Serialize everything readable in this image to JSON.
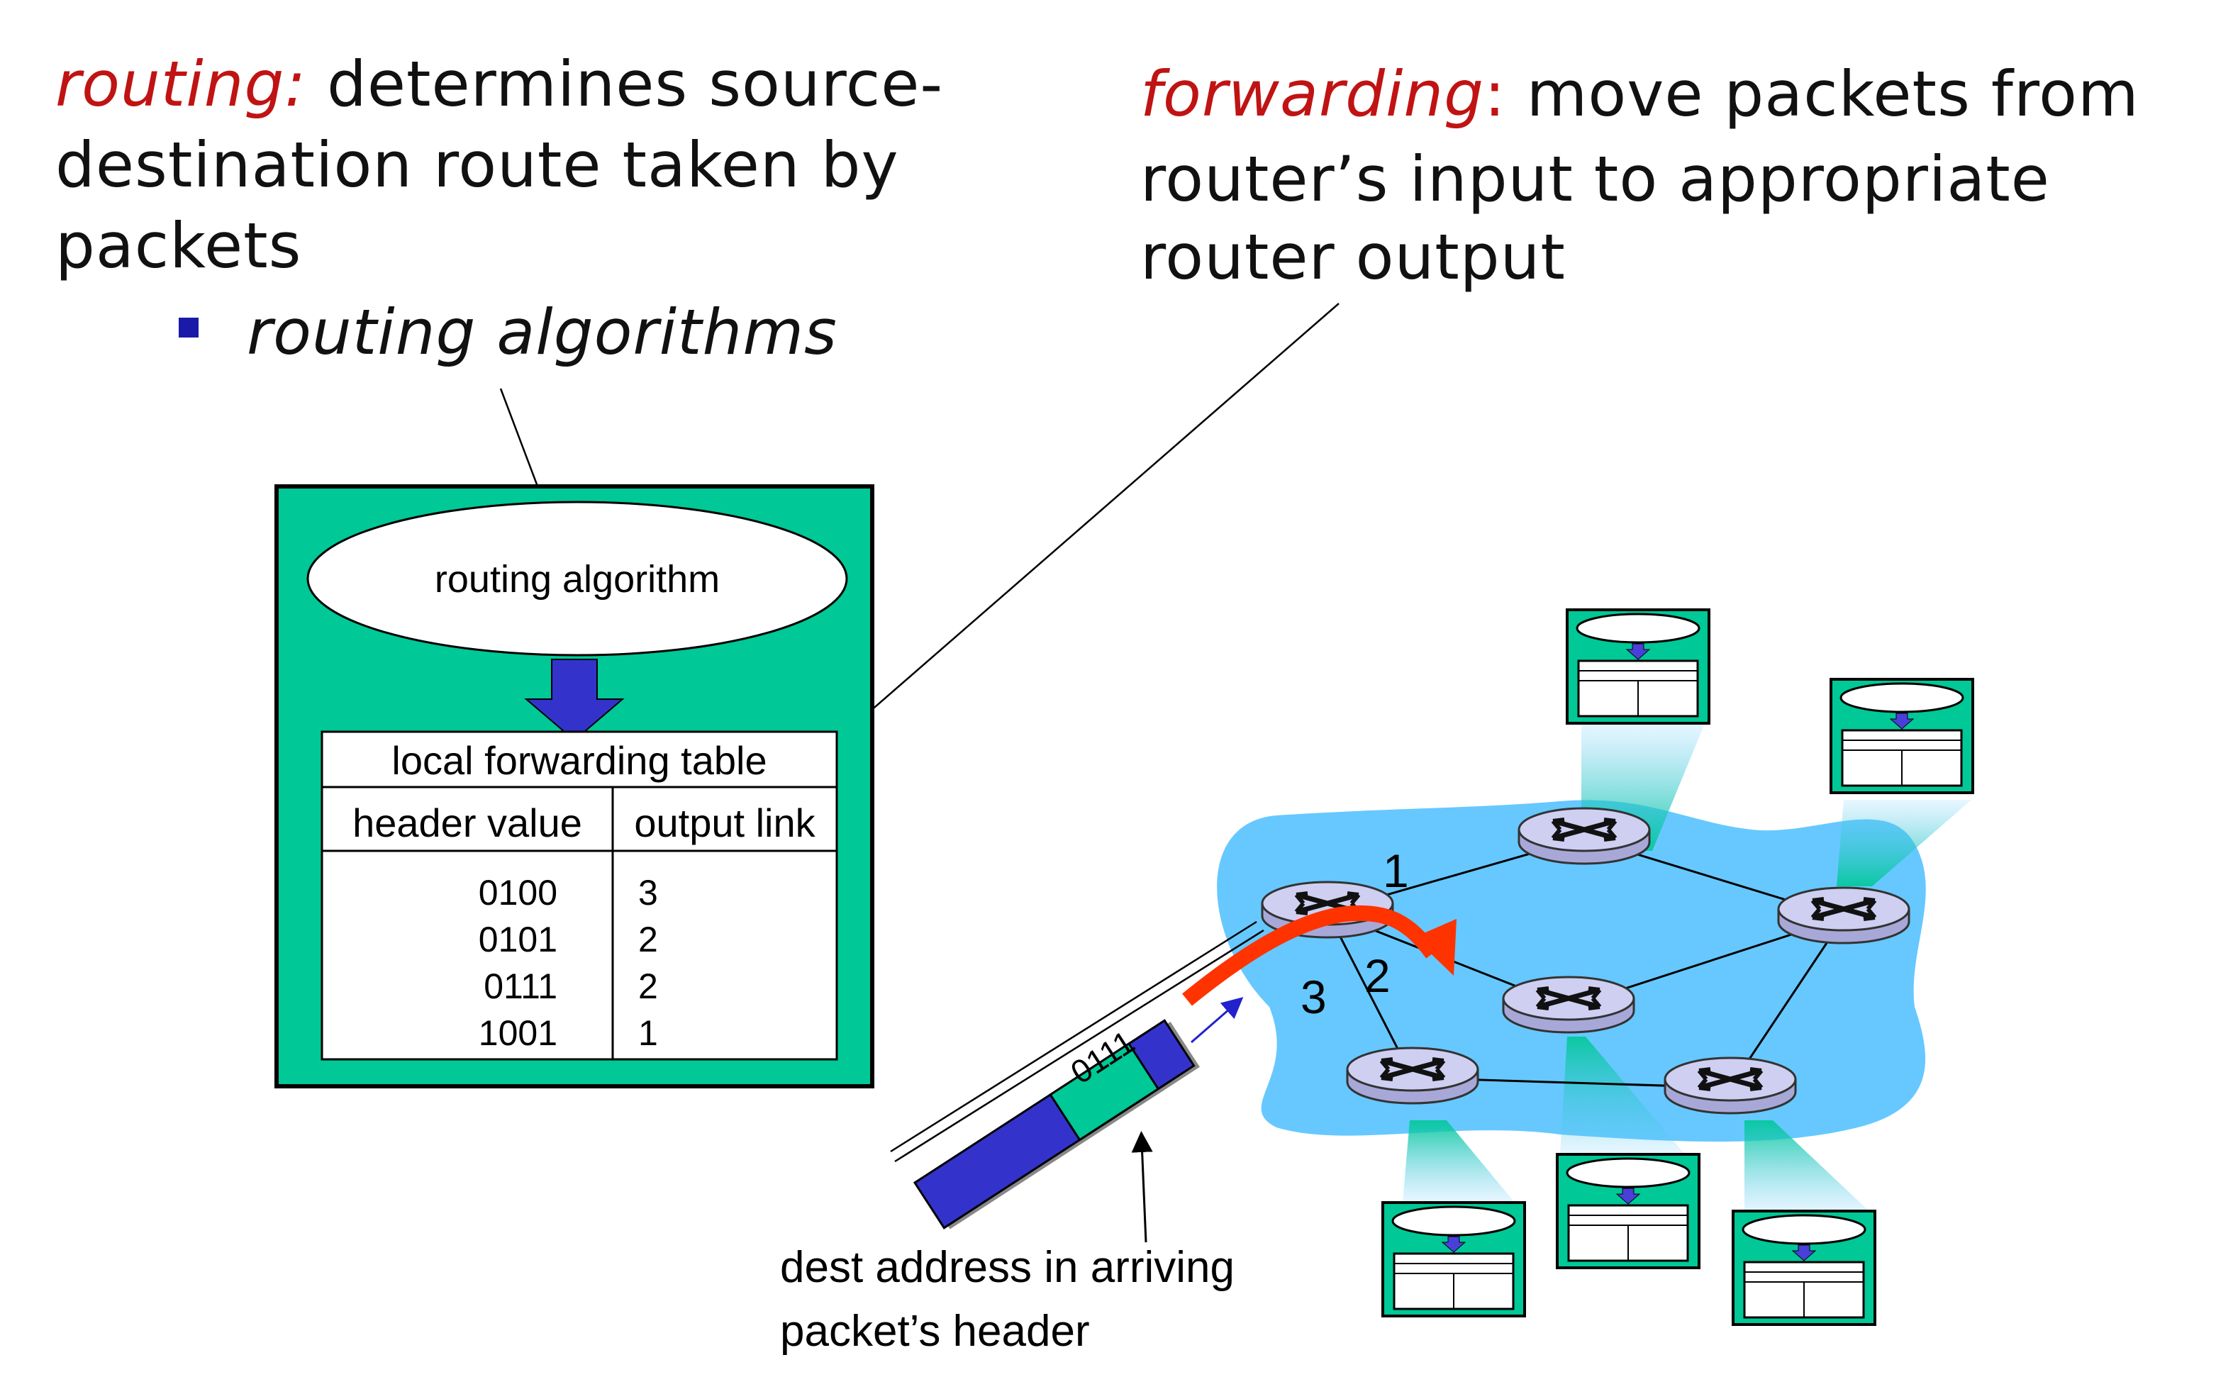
{
  "routing": {
    "keyword": "routing:",
    "line1": "determines source-",
    "line2": "destination route taken by",
    "line3": "packets",
    "bullet": "routing algorithms"
  },
  "forwarding": {
    "keyword": "forwarding",
    "colon": ":",
    "line1": "move packets from",
    "line2": "router’s input to appropriate",
    "line3": "router output"
  },
  "router_box": {
    "algorithm_label": "routing algorithm",
    "table_title": "local forwarding table",
    "col_header_value": "header value",
    "col_output_link": "output link",
    "rows": [
      {
        "value": "0100",
        "link": "3"
      },
      {
        "value": "0101",
        "link": "2"
      },
      {
        "value": "0111",
        "link": "2"
      },
      {
        "value": "1001",
        "link": "1"
      }
    ]
  },
  "network": {
    "link_labels": [
      "1",
      "2",
      "3"
    ],
    "packet_header": "0111",
    "dest_caption_line1": "dest address in arriving",
    "dest_caption_line2": "packet’s header"
  },
  "colors": {
    "keyword_red": "#c01313",
    "box_green": "#00c896",
    "cloud_blue": "#66c8ff",
    "arrow_blue": "#3333cc",
    "path_red": "#ff3300",
    "router_lavender": "#c8c8f0"
  }
}
